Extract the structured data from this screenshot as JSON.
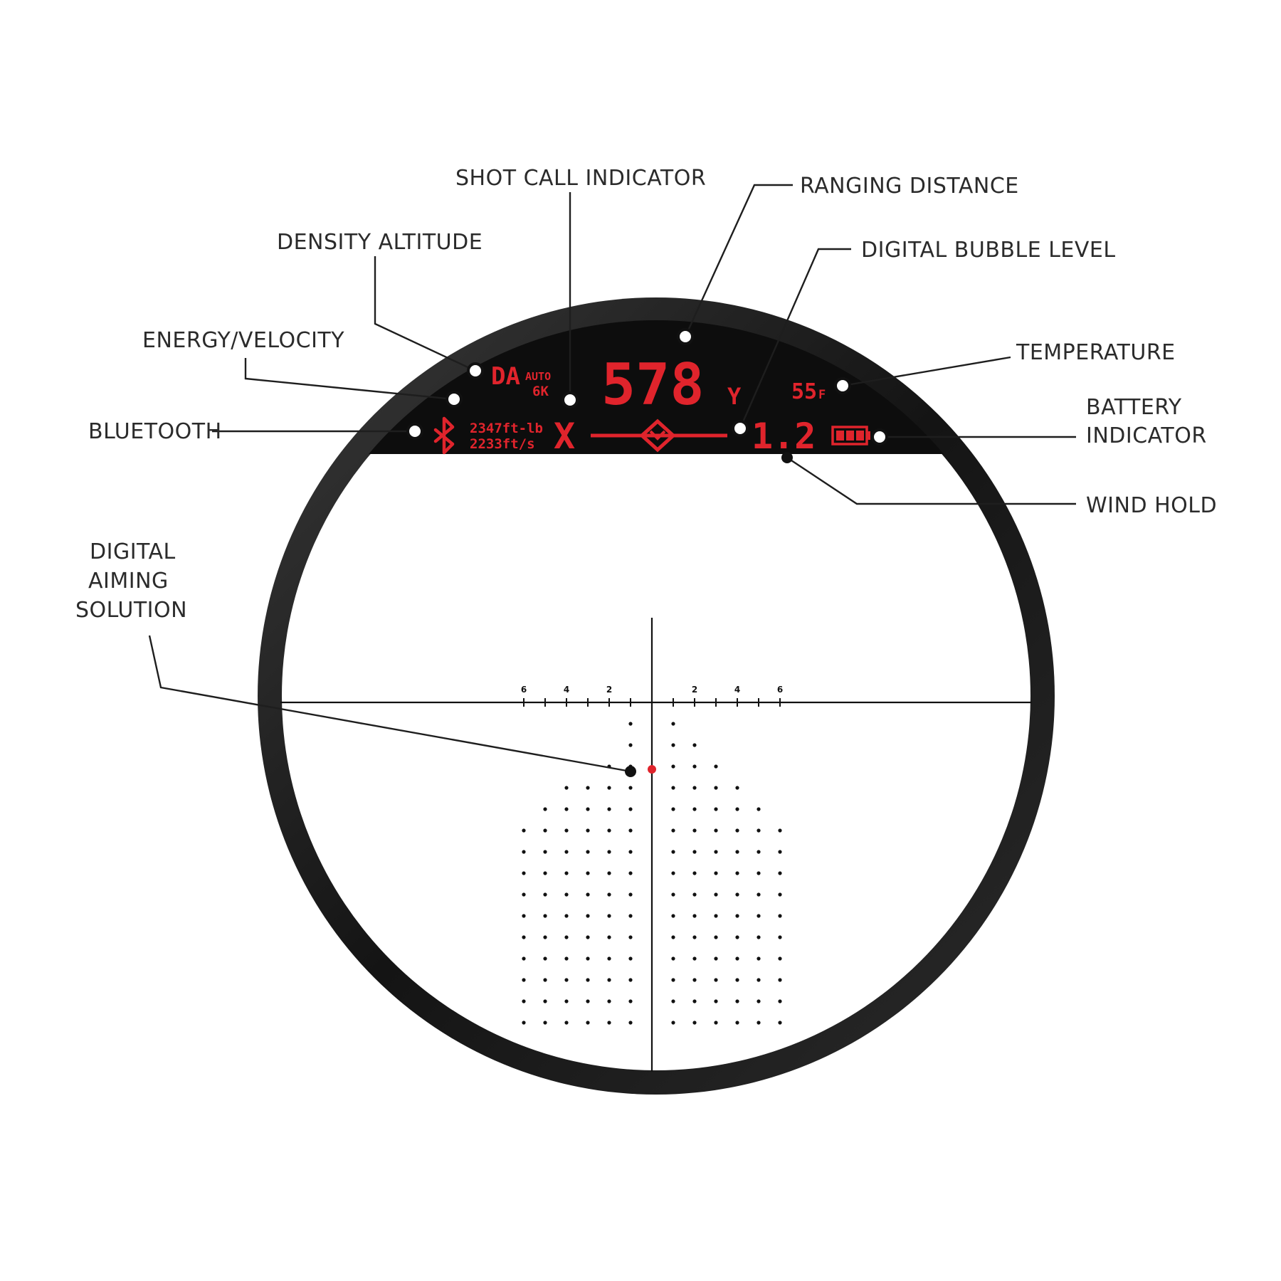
{
  "callouts": {
    "shot_call": "SHOT CALL INDICATOR",
    "ranging_distance": "RANGING DISTANCE",
    "density_altitude": "DENSITY ALTITUDE",
    "digital_bubble_level": "DIGITAL BUBBLE LEVEL",
    "energy_velocity": "ENERGY/VELOCITY",
    "temperature": "TEMPERATURE",
    "battery_line1": "BATTERY",
    "battery_line2": "INDICATOR",
    "bluetooth": "BLUETOOTH",
    "wind_hold": "WIND HOLD",
    "aiming_line1": "DIGITAL",
    "aiming_line2": "AIMING",
    "aiming_line3": "SOLUTION"
  },
  "hud": {
    "da_label": "DA",
    "da_mode": "AUTO",
    "da_value": "6K",
    "range_value": "578",
    "range_unit": "Y",
    "temperature_value": "55",
    "temperature_unit": "F",
    "energy_value": "2347ft-lb",
    "velocity_value": "2233ft/s",
    "shot_call_mark": "X",
    "wind_hold_value": "1.2",
    "bluetooth_icon": "bluetooth-icon",
    "battery_icon": "battery-icon",
    "bubble_level_icon": "bubble-level-icon"
  },
  "reticle": {
    "scale_labels_left": [
      "6",
      "4",
      "2"
    ],
    "scale_labels_right": [
      "2",
      "4",
      "6"
    ],
    "aim_point_color": "#e0242c"
  },
  "colors": {
    "hud_red": "#e0242c",
    "hud_background": "#0d0d0d",
    "ring": "#1a1a1a"
  }
}
